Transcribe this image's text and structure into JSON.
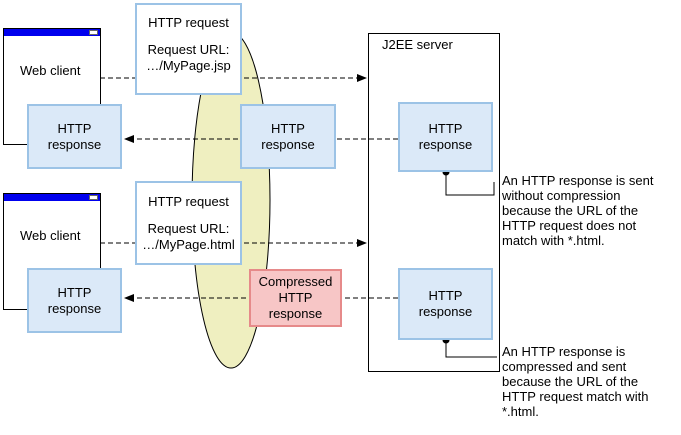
{
  "server": {
    "title": "J2EE server"
  },
  "client": {
    "label": "Web client"
  },
  "request": {
    "title": "HTTP request",
    "url_label": "Request URL:"
  },
  "row1": {
    "url": "…/MyPage.jsp"
  },
  "row2": {
    "url": "…/MyPage.html"
  },
  "response": {
    "line1": "HTTP",
    "line2": "response"
  },
  "compressed": {
    "line1": "Compressed",
    "line2": "HTTP",
    "line3": "response"
  },
  "notes": {
    "note1": [
      "An HTTP response is sent",
      "without compression",
      "because the URL of the",
      "HTTP request does not",
      "match with *.html."
    ],
    "note2": [
      "An HTTP response is",
      "compressed and sent",
      "because the URL of the",
      "HTTP request match with",
      "*.html."
    ]
  },
  "colors": {
    "filter_ellipse": "#efefc0",
    "box_fill": "#dbe9f8",
    "box_border": "#9cc3e6",
    "compressed_fill": "#f7c6c6",
    "compressed_border": "#e68a8a",
    "titlebar": "#0000ee"
  }
}
